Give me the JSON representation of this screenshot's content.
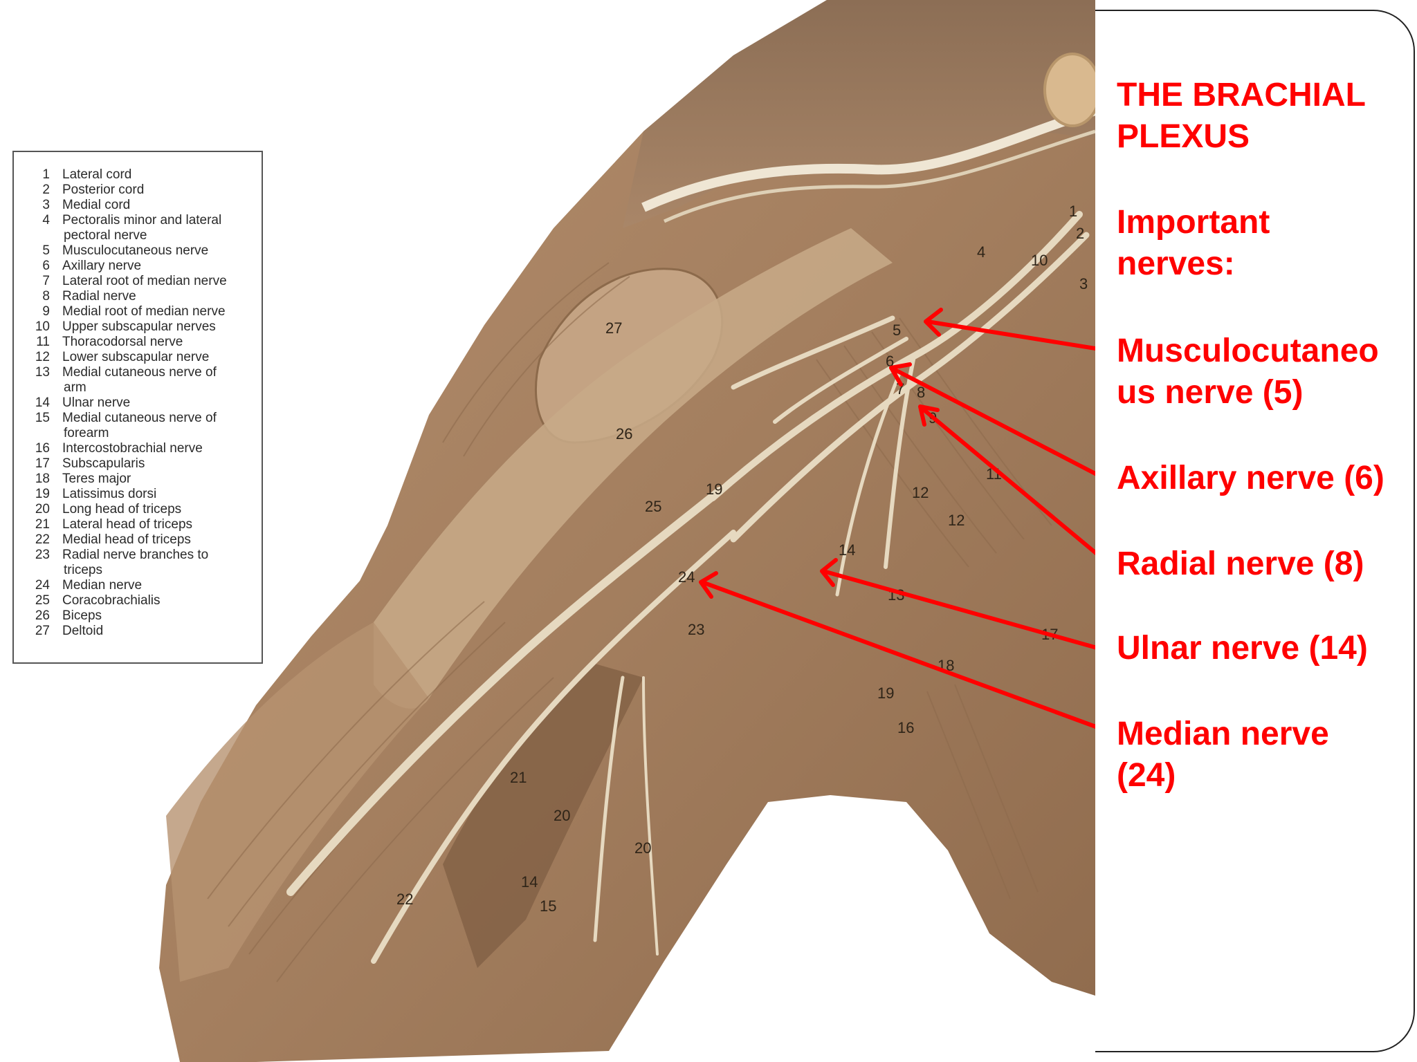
{
  "title": {
    "line1": "THE BRACHIAL",
    "line2": "PLEXUS"
  },
  "important": {
    "line1": "Important",
    "line2": "nerves:"
  },
  "callouts": [
    {
      "number": "5",
      "line1": "Musculocutaneo",
      "line2": "us nerve (5)"
    },
    {
      "number": "6",
      "line1": "Axillary nerve (6)"
    },
    {
      "number": "8",
      "line1": "Radial nerve (8)"
    },
    {
      "number": "14",
      "line1": "Ulnar nerve (14)"
    },
    {
      "number": "24",
      "line1": "Median nerve",
      "line2": "(24)"
    }
  ],
  "legend": [
    {
      "num": "1",
      "text": "Lateral cord"
    },
    {
      "num": "2",
      "text": "Posterior cord"
    },
    {
      "num": "3",
      "text": "Medial cord"
    },
    {
      "num": "4",
      "text": "Pectoralis minor and lateral",
      "text2": "pectoral nerve"
    },
    {
      "num": "5",
      "text": "Musculocutaneous nerve"
    },
    {
      "num": "6",
      "text": "Axillary nerve"
    },
    {
      "num": "7",
      "text": "Lateral root of median nerve"
    },
    {
      "num": "8",
      "text": "Radial nerve"
    },
    {
      "num": "9",
      "text": "Medial root of median nerve"
    },
    {
      "num": "10",
      "text": "Upper subscapular nerves"
    },
    {
      "num": "11",
      "text": "Thoracodorsal nerve"
    },
    {
      "num": "12",
      "text": "Lower subscapular nerve"
    },
    {
      "num": "13",
      "text": "Medial cutaneous nerve of",
      "text2": "arm"
    },
    {
      "num": "14",
      "text": "Ulnar nerve"
    },
    {
      "num": "15",
      "text": "Medial cutaneous nerve of",
      "text2": "forearm"
    },
    {
      "num": "16",
      "text": "Intercostobrachial nerve"
    },
    {
      "num": "17",
      "text": "Subscapularis"
    },
    {
      "num": "18",
      "text": "Teres major"
    },
    {
      "num": "19",
      "text": "Latissimus dorsi"
    },
    {
      "num": "20",
      "text": "Long head of triceps"
    },
    {
      "num": "21",
      "text": "Lateral head of triceps"
    },
    {
      "num": "22",
      "text": "Medial head of triceps"
    },
    {
      "num": "23",
      "text": "Radial nerve branches to",
      "text2": "triceps"
    },
    {
      "num": "24",
      "text": "Median nerve"
    },
    {
      "num": "25",
      "text": "Coracobrachialis"
    },
    {
      "num": "26",
      "text": "Biceps"
    },
    {
      "num": "27",
      "text": "Deltoid"
    }
  ],
  "photo_labels": [
    "1",
    "2",
    "3",
    "4",
    "10",
    "5",
    "6",
    "7",
    "8",
    "9",
    "27",
    "26",
    "25",
    "19",
    "11",
    "12",
    "12",
    "14",
    "24",
    "13",
    "23",
    "17",
    "18",
    "19",
    "16",
    "21",
    "20",
    "20",
    "14",
    "15",
    "22"
  ],
  "colors": {
    "accent": "#ff0000",
    "muscle": "#a07c5c",
    "muscle_light": "#c4a383",
    "nerve": "#e6d9c0"
  }
}
